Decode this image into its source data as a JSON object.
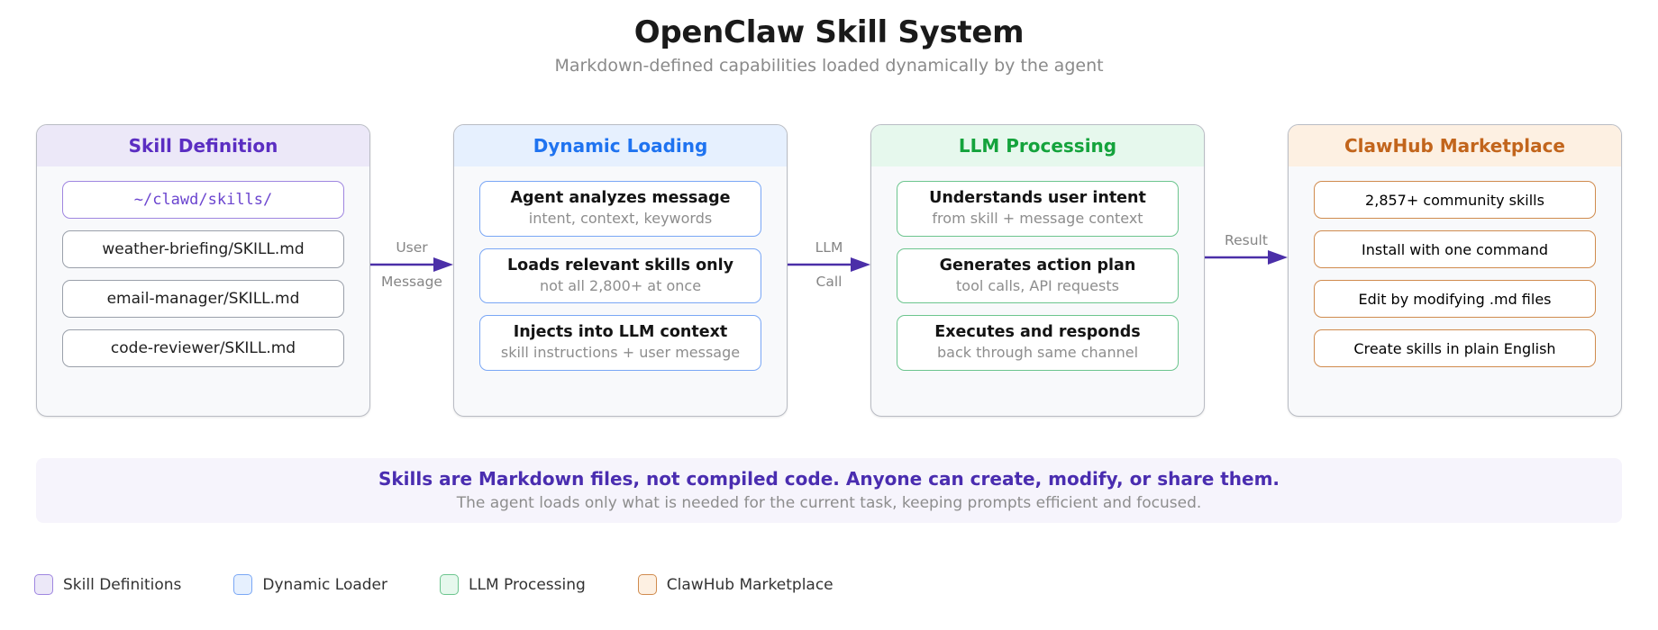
{
  "header": {
    "title": "OpenClaw Skill System",
    "subtitle": "Markdown-defined capabilities loaded dynamically by the agent"
  },
  "panels": [
    {
      "key": "skill-definition",
      "header": "Skill Definition",
      "header_bg": "#ece8f8",
      "header_color": "#5b2ec2",
      "items": [
        {
          "title": "~/clawd/skills/",
          "subtitle": "",
          "style": "path"
        },
        {
          "title": "weather-briefing/SKILL.md",
          "subtitle": "",
          "style": "plain"
        },
        {
          "title": "email-manager/SKILL.md",
          "subtitle": "",
          "style": "plain"
        },
        {
          "title": "code-reviewer/SKILL.md",
          "subtitle": "",
          "style": "plain"
        }
      ]
    },
    {
      "key": "dynamic-loading",
      "header": "Dynamic Loading",
      "header_bg": "#e6f0fe",
      "header_color": "#1f73f0",
      "items": [
        {
          "title": "Agent analyzes message",
          "subtitle": "intent, context, keywords",
          "style": "blue"
        },
        {
          "title": "Loads relevant skills only",
          "subtitle": "not all 2,800+ at once",
          "style": "blue"
        },
        {
          "title": "Injects into LLM context",
          "subtitle": "skill instructions + user message",
          "style": "blue"
        }
      ]
    },
    {
      "key": "llm-processing",
      "header": "LLM Processing",
      "header_bg": "#e6f8ed",
      "header_color": "#14a33c",
      "items": [
        {
          "title": "Understands user intent",
          "subtitle": "from skill + message context",
          "style": "green"
        },
        {
          "title": "Generates action plan",
          "subtitle": "tool calls, API requests",
          "style": "green"
        },
        {
          "title": "Executes and responds",
          "subtitle": "back through same channel",
          "style": "green"
        }
      ]
    },
    {
      "key": "clawhub-marketplace",
      "header": "ClawHub Marketplace",
      "header_bg": "#fdf0e2",
      "header_color": "#c2651c",
      "items": [
        {
          "title": "2,857+ community skills",
          "subtitle": "",
          "style": "orange"
        },
        {
          "title": "Install with one command",
          "subtitle": "",
          "style": "orange"
        },
        {
          "title": "Edit by modifying .md files",
          "subtitle": "",
          "style": "orange"
        },
        {
          "title": "Create skills in plain English",
          "subtitle": "",
          "style": "orange"
        }
      ]
    }
  ],
  "arrows": [
    {
      "line1": "User",
      "line2": "Message"
    },
    {
      "line1": "LLM",
      "line2": "Call"
    },
    {
      "line1": "Result",
      "line2": ""
    }
  ],
  "arrow_color": "#4b2fa8",
  "banner": {
    "main": "Skills are Markdown files, not compiled code. Anyone can create, modify, or share them.",
    "sub": "The agent loads only what is needed for the current task, keeping prompts efficient and focused."
  },
  "legend": [
    {
      "label": "Skill Definitions",
      "fill": "#ece8f8",
      "border": "#9f86e0"
    },
    {
      "label": "Dynamic Loader",
      "fill": "#e6f0fe",
      "border": "#7aa7f5"
    },
    {
      "label": "LLM Processing",
      "fill": "#e6f8ed",
      "border": "#6cc58e"
    },
    {
      "label": "ClawHub Marketplace",
      "fill": "#fdf0e2",
      "border": "#d08b4e"
    }
  ]
}
